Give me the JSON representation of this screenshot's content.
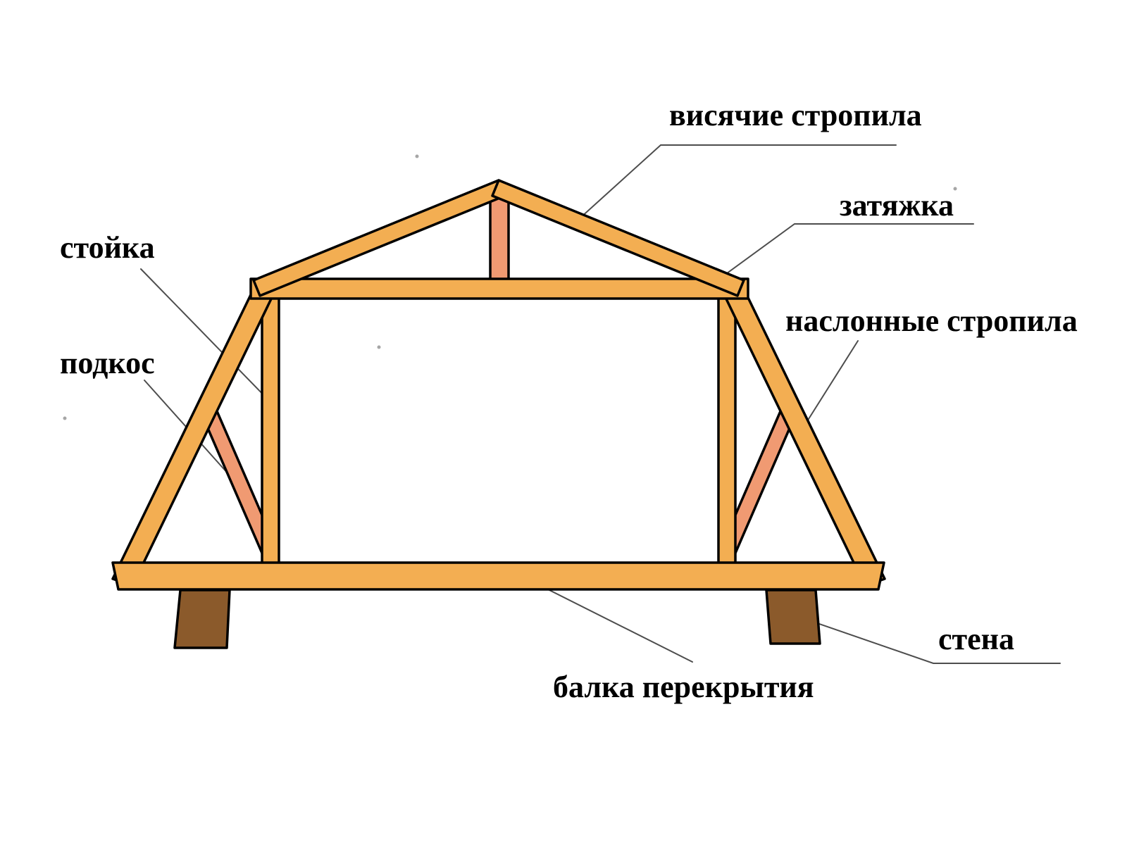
{
  "diagram": {
    "labels": {
      "hanging_rafters": "висячие стропила",
      "tie": "затяжка",
      "post": "стойка",
      "brace": "подкос",
      "inclined_rafters": "наслонные стропила",
      "wall": "стена",
      "floor_beam": "балка перекрытия"
    },
    "colors": {
      "wood": "#F3AE52",
      "accent": "#F09A72",
      "wall_block": "#8B5A2B",
      "leader": "#4D4D4D",
      "outline": "#000000",
      "background": "#FFFFFF"
    }
  }
}
